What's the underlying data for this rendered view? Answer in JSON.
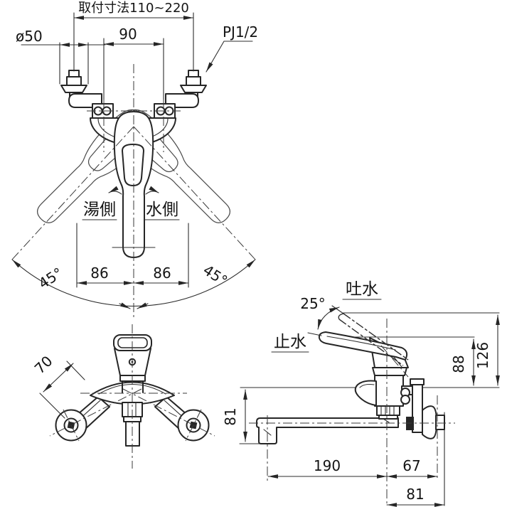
{
  "front_view": {
    "mounting_dim_label": "取付寸法110~220",
    "body_pitch": "90",
    "flange_diameter": "ø50",
    "thread_size": "PJ1/2",
    "hot_side_label": "湯側",
    "cold_side_label": "水側",
    "handle_reach_left": "86",
    "handle_reach_right": "86",
    "swing_angle_left": "45°",
    "swing_angle_right": "45°"
  },
  "top_view": {
    "leg_length": "70"
  },
  "side_view": {
    "discharge_label": "吐水",
    "shutoff_label": "止水",
    "lever_lift_angle": "25°",
    "height_lever_up": "126",
    "height_lever_down": "88",
    "spout_drop_height": "81",
    "spout_reach": "190",
    "center_to_flange": "67",
    "center_to_wall": "81"
  },
  "style": {
    "line_color": "#262626",
    "background": "#ffffff"
  }
}
